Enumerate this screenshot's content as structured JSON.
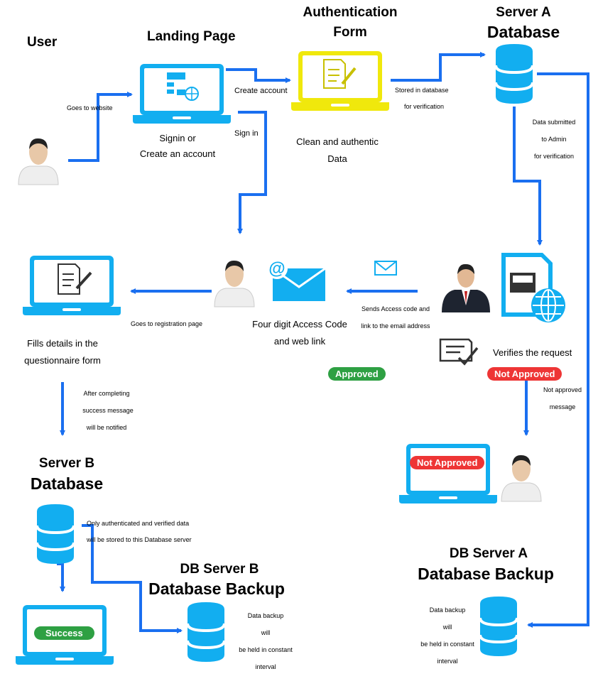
{
  "colors": {
    "flow": "#1a6ff0",
    "device": "#12aef0",
    "auth_device": "#f0e80c",
    "approved": "#2ea043",
    "not_approved": "#ee3535"
  },
  "titles": {
    "user": "User",
    "landing_page": "Landing Page",
    "auth_form_1": "Authentication",
    "auth_form_2": "Form",
    "server_a_1": "Server A",
    "server_a_2": "Database",
    "server_b_1": "Server B",
    "server_b_2": "Database",
    "db_server_b_1": "DB Server B",
    "db_server_b_2": "Database Backup",
    "db_server_a_1": "DB Server A",
    "db_server_a_2": "Database Backup"
  },
  "labels": {
    "goes_to_website": "Goes to website",
    "signin_or": "Signin or",
    "create_an_account": "Create an account",
    "create_account": "Create account",
    "sign_in": "Sign in",
    "clean_authentic": "Clean and authentic",
    "data": "Data",
    "stored_1": "Stored in database",
    "stored_2": "for verification",
    "submitted_1": "Data submitted",
    "submitted_2": "to Admin",
    "submitted_3": "for verification",
    "access_code_1": "Four digit Access Code",
    "access_code_2": "and web link",
    "sends_1": "Sends Access code and",
    "sends_2": "link to the email address",
    "goes_registration": "Goes to registration page",
    "fills_1": "Fills details in the",
    "fills_2": "questionnaire form",
    "verifies": "Verifies the request",
    "not_approved_msg_1": "Not approved",
    "not_approved_msg_2": "message",
    "after_1": "After completing",
    "after_2": "success message",
    "after_3": "will be notified",
    "only_1": "Only authenticated and verified data",
    "only_2": "will be stored to this Database server",
    "backup_b_1": "Data backup",
    "backup_b_2": "will",
    "backup_b_3": "be held in constant",
    "backup_b_4": "interval",
    "backup_a_1": "Data backup",
    "backup_a_2": "will",
    "backup_a_3": "be held in constant",
    "backup_a_4": "interval"
  },
  "badges": {
    "approved": "Approved",
    "not_approved": "Not Approved",
    "not_approved_screen": "Not Approved",
    "success": "Success"
  },
  "icons": {
    "user": "person-icon",
    "admin": "businessman-icon",
    "laptop": "laptop-icon",
    "database": "database-icon",
    "email": "email-icon",
    "envelope": "envelope-icon",
    "document": "document-icon",
    "verify": "checked-document-icon"
  }
}
